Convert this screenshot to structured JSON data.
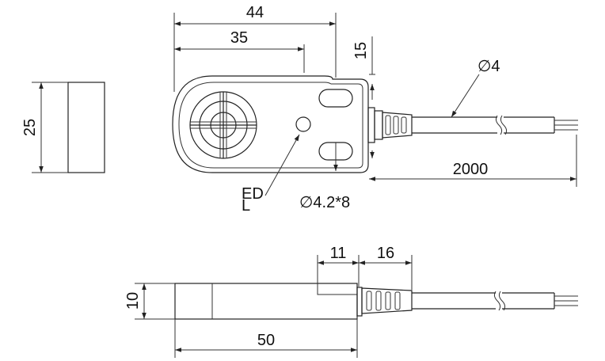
{
  "dimensions": {
    "width_total": "44",
    "width_body": "35",
    "height_tab": "15",
    "cable_diameter": "∅4",
    "height": "25",
    "cable_length": "2000",
    "hole": "∅4.2*8",
    "side_step": "11",
    "side_gland": "16",
    "thickness": "10",
    "length": "50"
  },
  "labels": {
    "led_line1": "ED",
    "led_line2": "L"
  }
}
